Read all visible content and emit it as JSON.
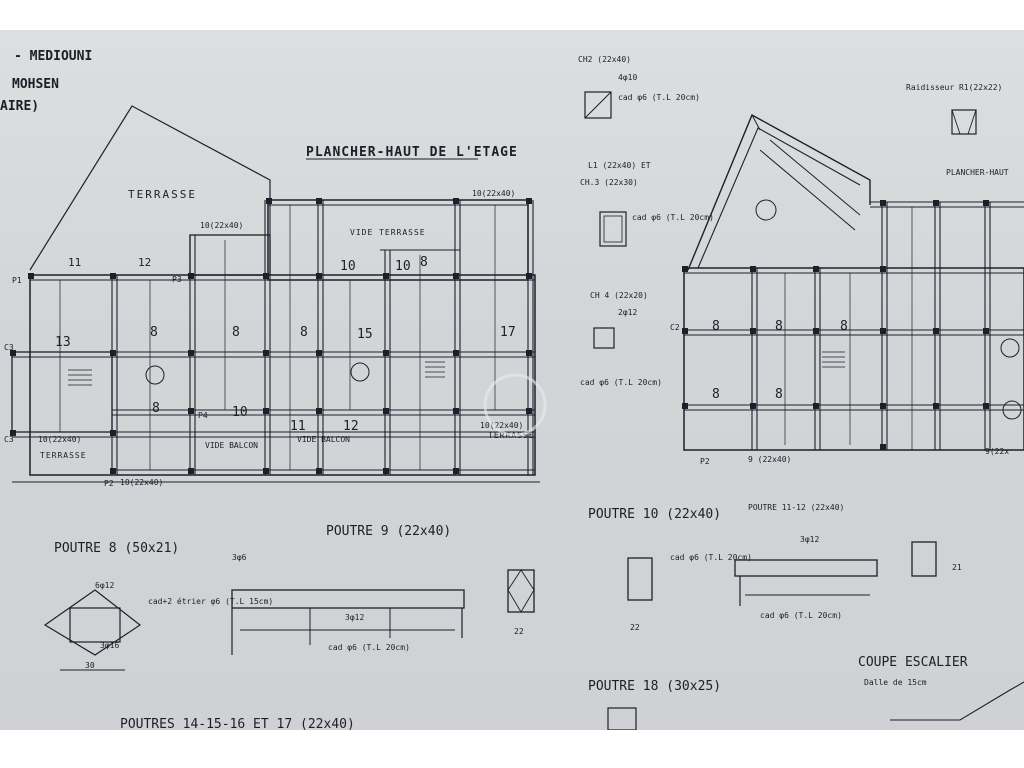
{
  "header": {
    "owner_line1": "- MEDIOUNI",
    "owner_line2": "MOHSEN",
    "owner_line3": "AIRE)"
  },
  "plan_left": {
    "title": "PLANCHER-HAUT DE L'ETAGE",
    "terrasse_top": "TERRASSE",
    "vide_terrasse": "VIDE TERRASSE",
    "terrasse_left": "TERRASSE",
    "terrasse_right": "TERRASSE",
    "vide_balcon_1": "VIDE BALCON",
    "vide_balcon_2": "VIDE BALCON",
    "beam_top_left": "10(22x40)",
    "beam_top_mid": "10(22x40)",
    "beam_bottom_1": "10(22x40)",
    "beam_bottom_2": "10(22x40)",
    "beam_bottom_right": "10(22x40)",
    "poutre_11": "11",
    "poutre_12a": "12",
    "poutre_12b": "12",
    "poutre_10a": "10",
    "poutre_10b": "10",
    "poutre_10c": "10",
    "poutre_13": "13",
    "poutre_15": "15",
    "poutre_17": "17",
    "poutre_11b": "11",
    "slab_8a": "8",
    "slab_8b": "8",
    "slab_8c": "8",
    "slab_8d": "8",
    "slab_8e": "8",
    "columns": [
      "P1",
      "P2",
      "P3",
      "P4",
      "C3",
      "C3"
    ]
  },
  "plan_right": {
    "title": "PLANCHER-HAUT",
    "section_label": "Raidisseur R1(22x22)",
    "beam_bottom": "9 (22x40)",
    "beam_bottom_right": "9(22x",
    "column_c2": "C2",
    "column_p2": "P2",
    "slab_8a": "8",
    "slab_8b": "8",
    "slab_8c": "8",
    "slab_8d": "8",
    "slab_8e": "8"
  },
  "sections_top": {
    "ch2": "CH2 (22x40)",
    "l1": "L1 (22x40) ET",
    "ch3": "CH.3 (22x30)",
    "ch4": "CH 4 (22x20)",
    "cad_note": "cad φ6 (T.L 20cm)",
    "bars_4": "4φ10",
    "bars_2": "2φ12"
  },
  "sections_bottom": {
    "poutre8": "POUTRE 8 (50x21)",
    "poutre9": "POUTRE 9 (22x40)",
    "poutre10": "POUTRE 10 (22x40)",
    "poutre11_12": "POUTRE 11-12 (22x40)",
    "poutre18": "POUTRE 18 (30x25)",
    "poutres_14_17": "POUTRES 14-15-16 ET 17 (22x40)",
    "coupe_escalier": "COUPE ESCALIER",
    "dalle": "Dalle de 15cm",
    "cad_8": "cad+2 étrier φ6 (T.L 15cm)",
    "cad_9": "cad φ6 (T.L 20cm)",
    "bars_3": "3φ12",
    "bars_6": "3φ6",
    "bar_8a": "6φ12",
    "bar_8b": "3φ16",
    "dim_30": "30",
    "dim_22": "22",
    "dim_21": "21"
  }
}
